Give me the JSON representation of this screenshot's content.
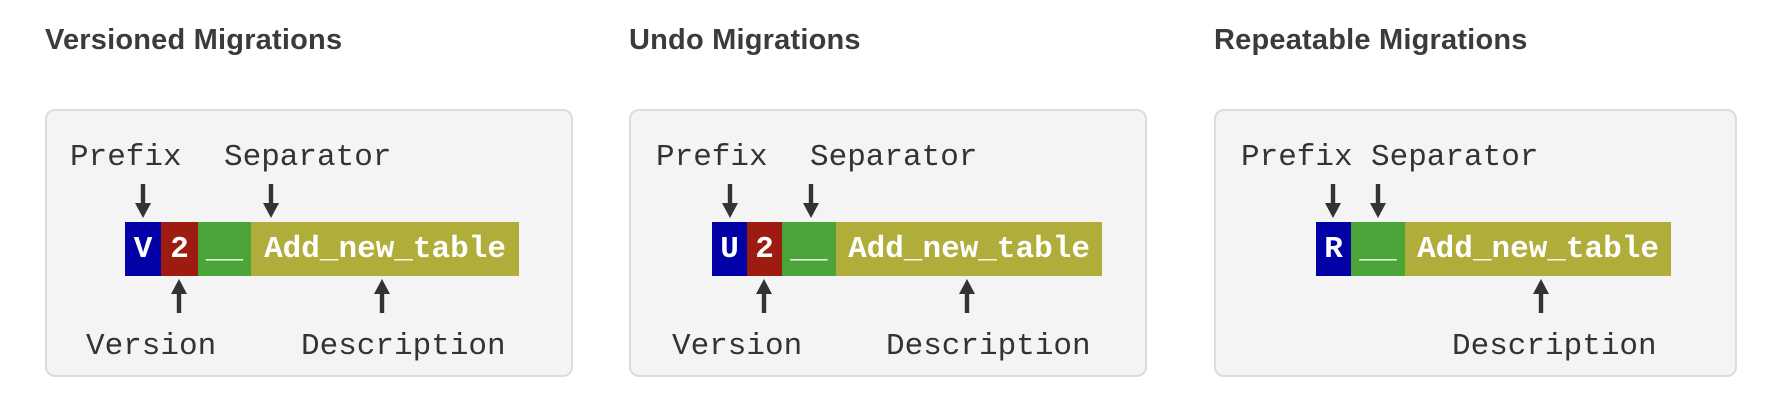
{
  "colors": {
    "title_text": "#3b3b3b",
    "diagram_text": "#333333",
    "bar_text": "#ffffff",
    "prefix_block": "#0000a6",
    "version_block": "#9d1b10",
    "separator_block": "#4ba437",
    "description_block": "#b0ad3a",
    "card_background": "#f4f4f4",
    "card_border": "#dcdcdc"
  },
  "panels": [
    {
      "id": "versioned",
      "title": "Versioned Migrations",
      "labels": {
        "prefix": "Prefix",
        "separator": "Separator",
        "version": "Version",
        "description": "Description"
      },
      "filename": {
        "prefix": "V",
        "version": "2",
        "separator": "__",
        "description": "Add_new_table"
      }
    },
    {
      "id": "undo",
      "title": "Undo Migrations",
      "labels": {
        "prefix": "Prefix",
        "separator": "Separator",
        "version": "Version",
        "description": "Description"
      },
      "filename": {
        "prefix": "U",
        "version": "2",
        "separator": "__",
        "description": "Add_new_table"
      }
    },
    {
      "id": "repeatable",
      "title": "Repeatable Migrations",
      "labels": {
        "prefix": "Prefix",
        "separator": "Separator",
        "description": "Description"
      },
      "filename": {
        "prefix": "R",
        "separator": "__",
        "description": "Add_new_table"
      }
    }
  ]
}
